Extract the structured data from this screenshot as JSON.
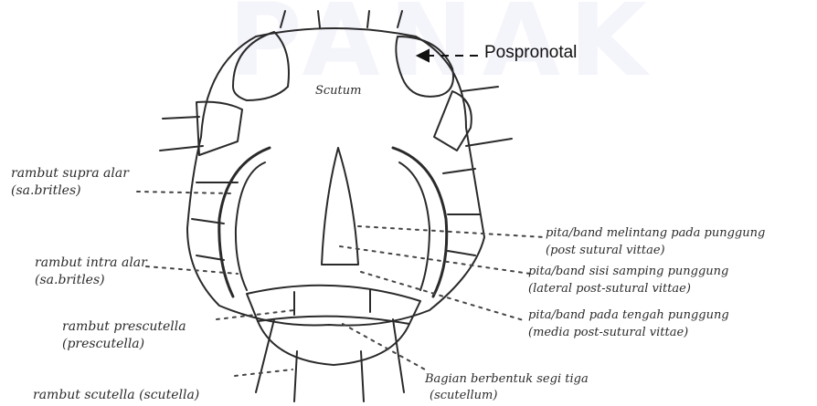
{
  "labels": {
    "pospronotal": "Pospronotal",
    "scutum": "Scutum",
    "supra_alar_1": "rambut supra alar",
    "supra_alar_2": "(sa.britles)",
    "intra_alar_1": "rambut intra alar",
    "intra_alar_2": "(sa.britles)",
    "prescutella_1": "rambut prescutella",
    "prescutella_2": "(prescutella)",
    "scutella": "rambut scutella (scutella)",
    "melintang_1": "pita/band melintang pada punggung",
    "melintang_2": "(post sutural vittae)",
    "sisi_1": "pita/band sisi samping punggung",
    "sisi_2": "(lateral post-sutural vittae)",
    "tengah_1": "pita/band pada tengah punggung",
    "tengah_2": "(media post-sutural vittae)",
    "segitiga_1": "Bagian berbentuk segi tiga",
    "segitiga_2": "(scutellum)"
  },
  "watermark": "PANAK",
  "colors": {
    "line": "#2a2a2a",
    "text": "#2b2b2b"
  }
}
